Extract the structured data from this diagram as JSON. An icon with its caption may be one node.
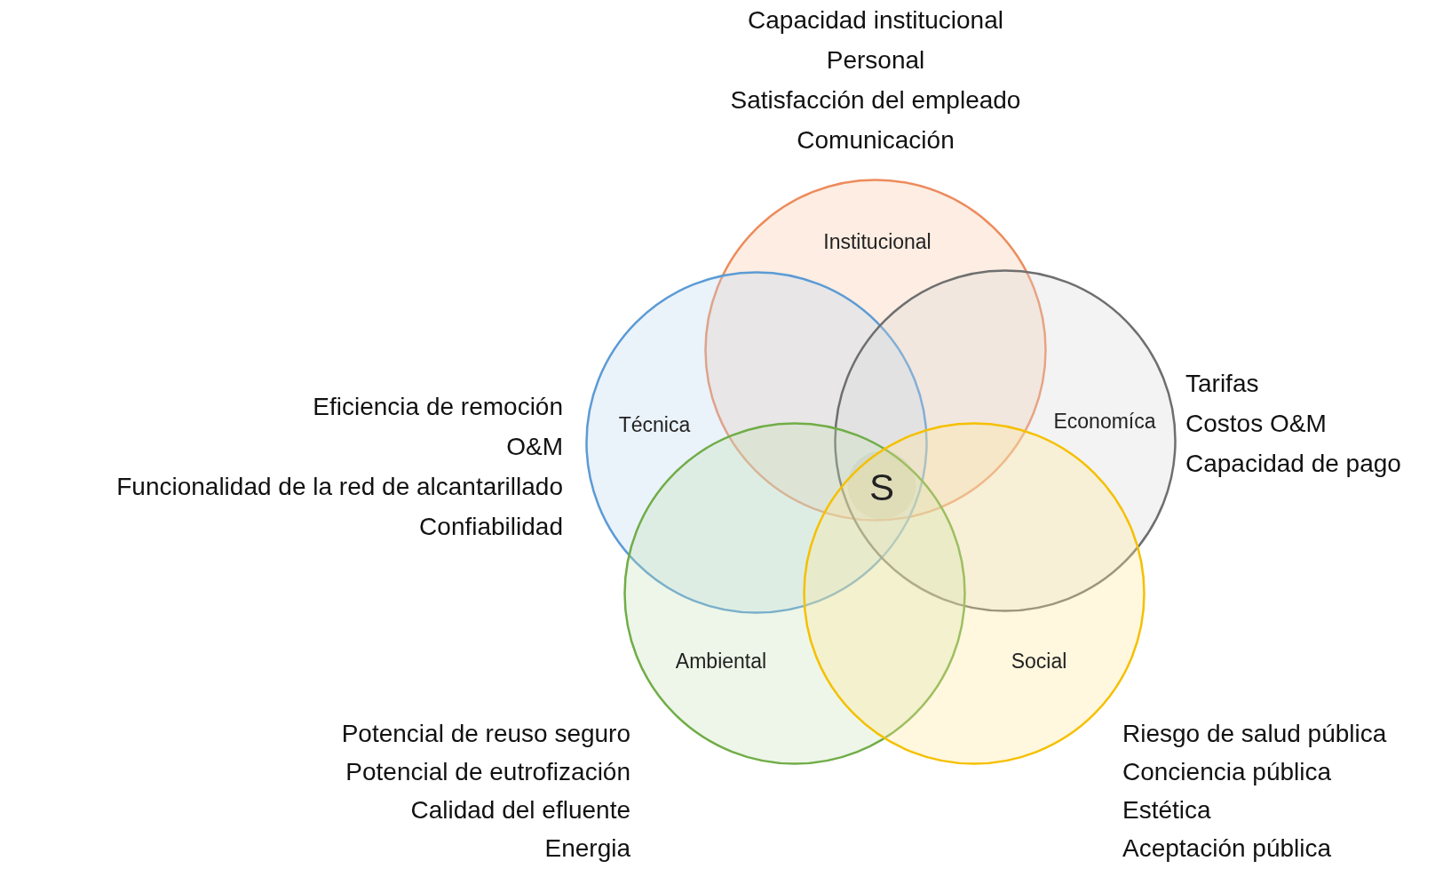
{
  "diagram": {
    "nodes": [
      {
        "text": [
          "Institucional"
        ],
        "beside": [
          "Capacidad institucional",
          "Personal",
          "Satisfacción del empleado",
          "Comunicación"
        ]
      },
      {
        "text": [
          "Técnica"
        ],
        "beside": [
          "Eficiencia de remoción",
          "O&M",
          "Funcionalidad de la red de alcantarillado",
          "Confiabilidad"
        ]
      },
      {
        "text": [
          "Economíca"
        ],
        "beside": [
          "Tarifas",
          "Costos O&M",
          "Capacidad de pago"
        ]
      },
      {
        "text": [
          "S"
        ]
      },
      {
        "text": [
          "Ambiental"
        ],
        "beside": [
          "Potencial de reuso seguro",
          "Potencial de eutrofización",
          "Calidad del efluente",
          "Energia"
        ]
      },
      {
        "text": [
          "Social"
        ],
        "beside": [
          "Riesgo de salud pública",
          "Conciencia pública",
          "Estética",
          "Aceptación pública"
        ]
      }
    ]
  }
}
